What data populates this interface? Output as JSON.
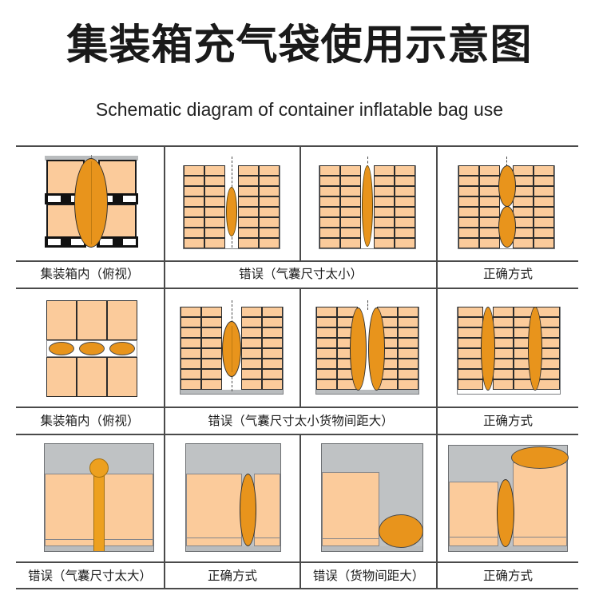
{
  "header": {
    "title_cn": "集装箱充气袋使用示意图",
    "title_en": "Schematic diagram of container inflatable bag use"
  },
  "colors": {
    "carton_fill": "#fbcb9b",
    "carton_stroke": "#2b2b2b",
    "airbag_fill": "#e8941c",
    "airbag_stroke": "#2e2e2e",
    "grey_fill": "#bfc2c4",
    "grid_line": "#4a4a4a",
    "pallet_base": "#111111",
    "page_background": "#ffffff"
  },
  "table": {
    "rows": [
      {
        "id": "row-1",
        "cells": [
          {
            "id": "r1c1",
            "label": "集装箱内（俯视）",
            "kind": "correct",
            "view": "top-view",
            "description": "集装箱内俯视图：两列托盘货物，中间一个竖置充气袋",
            "airbags": 1
          },
          {
            "id": "r1c2",
            "label": "错误（气囊尺寸太小）",
            "kind": "wrong",
            "view": "top-view",
            "description": "气囊太小，货物间仍有空隙",
            "airbags": 1
          },
          {
            "id": "r1c3",
            "label": "错误（气囊尺寸太小）",
            "kind": "wrong",
            "view": "top-view",
            "description": "气囊太窄，无法填满间隙",
            "airbags": 1
          },
          {
            "id": "r1c4",
            "label": "正确方式",
            "kind": "correct",
            "view": "top-view",
            "description": "两个气囊上下叠放，完全填满间隙",
            "airbags": 2
          }
        ],
        "label_spans": [
          {
            "text": "集装箱内（俯视）",
            "from": 1,
            "to": 1
          },
          {
            "text": "错误（气囊尺寸太小）",
            "from": 2,
            "to": 3
          },
          {
            "text": "正确方式",
            "from": 4,
            "to": 4
          }
        ]
      },
      {
        "id": "row-2",
        "cells": [
          {
            "id": "r2c1",
            "label": "集装箱内（俯视）",
            "kind": "correct",
            "view": "top-view",
            "description": "三排货物，中间横向间隙内放置三个横置充气袋",
            "airbags": 3
          },
          {
            "id": "r2c2",
            "label": "错误（气囊尺寸太小货物间距大）",
            "kind": "wrong",
            "view": "top-view",
            "description": "货物间距过大，单个气囊不足以填满",
            "airbags": 1
          },
          {
            "id": "r2c3",
            "label": "错误（气囊尺寸太小货物间距大）",
            "kind": "wrong",
            "view": "top-view",
            "description": "两个气囊并排仍未填满过大的间距",
            "airbags": 2
          },
          {
            "id": "r2c4",
            "label": "正确方式",
            "kind": "correct",
            "view": "top-view",
            "description": "货物分为三段，两个气囊分别填入两条间隙",
            "airbags": 2
          }
        ],
        "label_spans": [
          {
            "text": "集装箱内（俯视）",
            "from": 1,
            "to": 1
          },
          {
            "text": "错误（气囊尺寸太小货物间距大）",
            "from": 2,
            "to": 3
          },
          {
            "text": "正确方式",
            "from": 4,
            "to": 4
          }
        ]
      },
      {
        "id": "row-3",
        "cells": [
          {
            "id": "r3c1",
            "label": "错误（气囊尺寸太大）",
            "kind": "wrong",
            "view": "side-view",
            "description": "气囊尺寸过大，被挤压成细长条并顶出货物上方",
            "airbags": 1
          },
          {
            "id": "r3c2",
            "label": "正确方式",
            "kind": "correct",
            "view": "side-view",
            "description": "气囊尺寸合适，正好填满货物之间的竖向间隙",
            "airbags": 1
          },
          {
            "id": "r3c3",
            "label": "错误（货物间距大）",
            "kind": "wrong",
            "view": "side-view",
            "description": "货物间距过大，气囊滚落到底部无法固定",
            "airbags": 1
          },
          {
            "id": "r3c4",
            "label": "正确方式",
            "kind": "correct",
            "view": "side-view",
            "description": "高低货物之间与顶部空隙分别用气囊填充",
            "airbags": 2
          }
        ],
        "label_spans": [
          {
            "text": "错误（气囊尺寸太大）",
            "from": 1,
            "to": 1
          },
          {
            "text": "正确方式",
            "from": 2,
            "to": 2
          },
          {
            "text": "错误（货物间距大）",
            "from": 3,
            "to": 3
          },
          {
            "text": "正确方式",
            "from": 4,
            "to": 4
          }
        ]
      }
    ]
  }
}
